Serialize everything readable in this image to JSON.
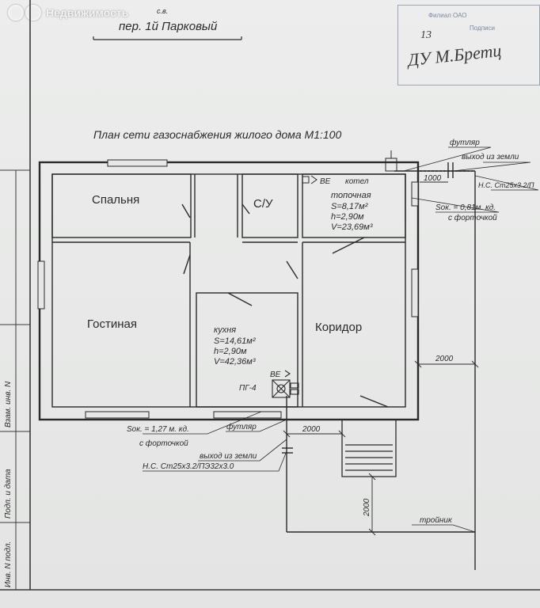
{
  "watermark": {
    "text": "Недвижимость"
  },
  "header": {
    "street_label": "пер. 1й Парковый",
    "top_mark": "с.в."
  },
  "plan": {
    "title": "План сети газоснабжения жилого дома М1:100",
    "rooms": {
      "bedroom": "Спальня",
      "bathroom": "С/У",
      "living": "Гостиная",
      "corridor": "Коридор",
      "boiler": {
        "name": "топочная",
        "area": "S=8,17м²",
        "height": "h=2,90м",
        "volume": "V=23,69м³",
        "device": "котел",
        "ve": "ВЕ"
      },
      "kitchen": {
        "name": "кухня",
        "area": "S=14,61м²",
        "height": "h=2,90м",
        "volume": "V=42,36м³",
        "stove": "ПГ-4",
        "ve": "ВЕ"
      }
    },
    "annotations": {
      "case_top": "футляр",
      "exit_ground_top": "выход из земли",
      "pipe_top": "Н.С. Ст25х3.2/П",
      "dim_1000": "1000",
      "sok_right": "Sок. = 0,81м. кд.",
      "sok_right_sub": "с форточкой",
      "dim_2000_right": "2000",
      "sok_bottom": "Sок. = 1,27 м. кд.",
      "sok_bottom_sub": "с форточкой",
      "case_bottom": "футляр",
      "exit_ground_bottom": "выход из земли",
      "pipe_bottom": "Н.С. Ст25х3.2/ПЭ32х3.0",
      "dim_2000_bottom": "2000",
      "dim_2000_vertical": "2000",
      "tee": "тройник"
    },
    "stamp": {
      "line1": "Филиал ОАО",
      "line2": "Подписи",
      "signature_date": "13",
      "signature": "ДУ М.Бретц"
    }
  },
  "side_stamp": {
    "labels": [
      "Инв. N подл.",
      "Подп. и дата",
      "Взам. инв. N"
    ]
  },
  "colors": {
    "ink": "#2a2a2a",
    "paper": "#e7e8e7",
    "stamp": "#7d89a0"
  }
}
